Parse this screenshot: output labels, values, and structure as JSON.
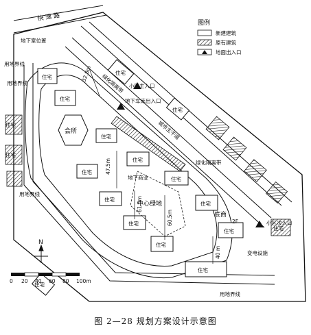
{
  "legend": {
    "title": "图例",
    "items": [
      {
        "label": "新建建筑",
        "kind": "new"
      },
      {
        "label": "原有建筑",
        "kind": "existing"
      },
      {
        "label": "地面出入口",
        "kind": "entrance"
      }
    ]
  },
  "labels": {
    "expressway": "快 速 路",
    "underground_parking": "地下室位置",
    "boundary_top": "用地界线",
    "boundary_left": "用地界线",
    "boundary_left2": "用地界线",
    "boundary_bottom": "用地界线",
    "clubhouse": "会所",
    "main_entrance": "小区主入口",
    "secondary_entrance": "小区次入口",
    "garage_entrance": "地下车库出入口",
    "underground_space": "地下商业",
    "central_green": "中心绿地",
    "green_buffer": "绿化隔离带",
    "green_buffer2": "绿化隔离带",
    "retail": "底商",
    "retail_floors": "2F",
    "substation": "变电设施",
    "north": "N",
    "bldg_label": "住宅",
    "road_label": "城市主干道"
  },
  "dimensions": {
    "d1": "47.5m",
    "d2": "61.5m",
    "d3": "60.5m",
    "d4": "40 m",
    "d5": "32.8m"
  },
  "scale_bar": {
    "ticks": [
      "0",
      "20",
      "40",
      "60",
      "80",
      "100m"
    ]
  },
  "caption": "图 2—28   规划方案设计示意图"
}
